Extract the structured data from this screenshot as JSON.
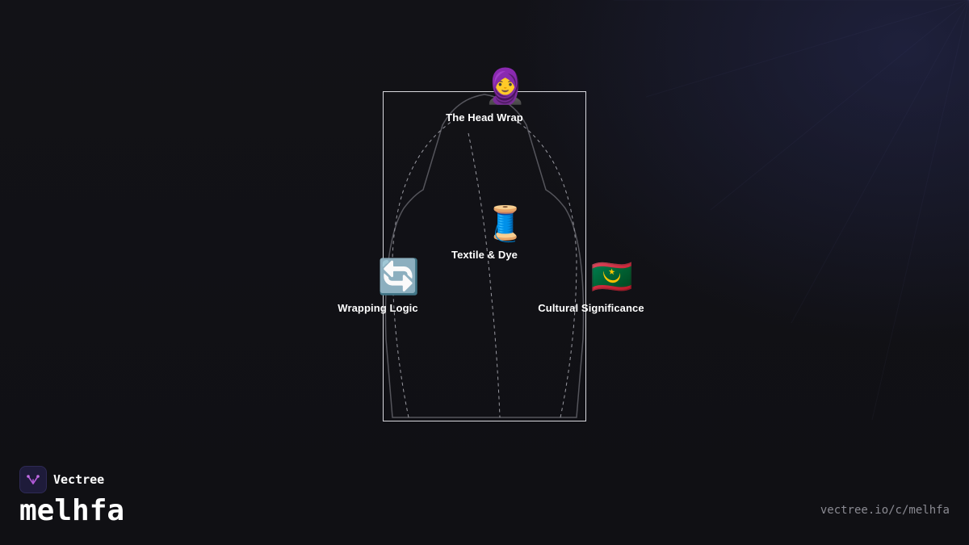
{
  "brand": {
    "name": "Vectree",
    "logo_icon": "vectree-logo-icon",
    "accent": "#b25ad8"
  },
  "page": {
    "title": "melhfa",
    "url": "vectree.io/c/melhfa"
  },
  "diagram": {
    "nodes": [
      {
        "id": "head-wrap",
        "emoji": "🧕",
        "label": "The Head Wrap"
      },
      {
        "id": "textile-dye",
        "emoji": "🧵",
        "label": "Textile & Dye"
      },
      {
        "id": "wrapping-logic",
        "emoji": "🔄",
        "label": "Wrapping Logic"
      },
      {
        "id": "cultural-significance",
        "emoji": "🇲🇷",
        "label": "Cultural Significance"
      }
    ]
  },
  "colors": {
    "background": "#111116",
    "frame": "#d8d8de",
    "silhouette": "#55555c",
    "dashes": "#9a9aa2",
    "text": "#ffffff",
    "muted": "#8a8a92"
  }
}
